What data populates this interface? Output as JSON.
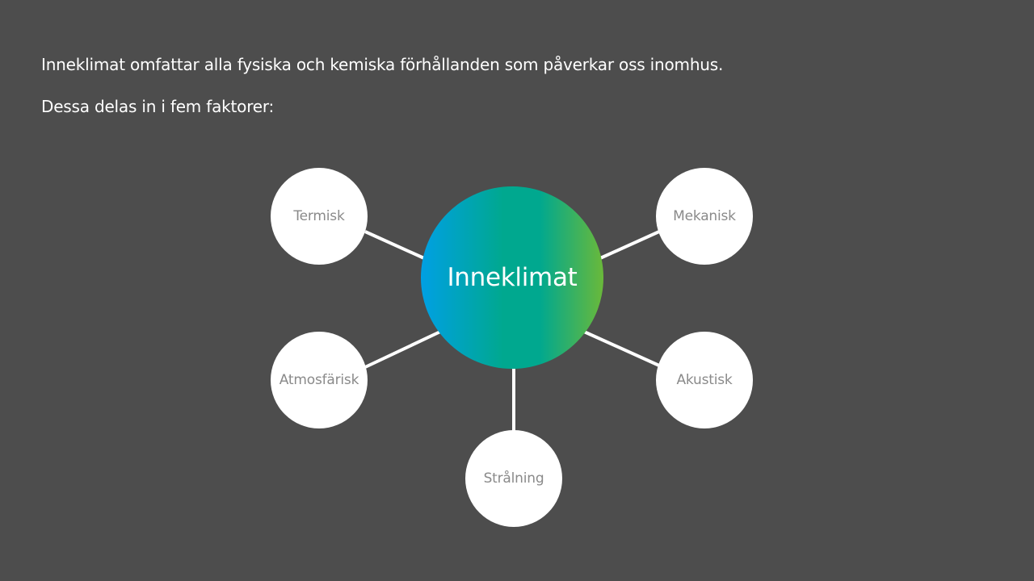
{
  "intro": {
    "line1": "Inneklimat omfattar alla fysiska och kemiska förhållanden som påverkar oss inomhus.",
    "line2": "Dessa delas in i fem faktorer:"
  },
  "diagram": {
    "center": "Inneklimat",
    "factors": {
      "termisk": "Termisk",
      "mekanisk": "Mekanisk",
      "atmosfarisk": "Atmosfärisk",
      "akustisk": "Akustisk",
      "stralning": "Strålning"
    },
    "colors": {
      "background": "#4d4d4d",
      "gradient_start": "#00a0e3",
      "gradient_mid": "#00a88f",
      "gradient_end": "#6ab93a",
      "factor_fill": "#ffffff",
      "factor_text": "#8a8a8a",
      "connector": "#ffffff"
    }
  }
}
